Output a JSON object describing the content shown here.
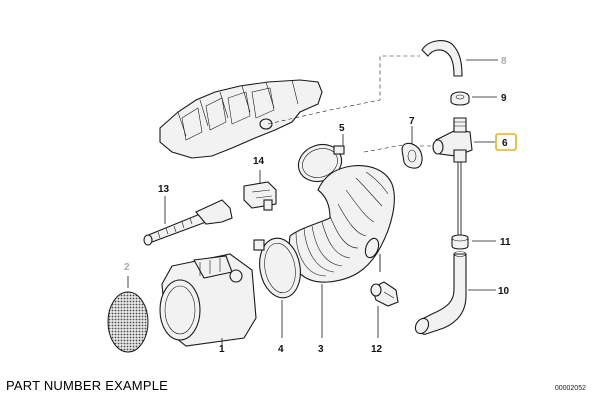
{
  "diagram": {
    "caption": "PART NUMBER EXAMPLE",
    "drawing_code": "00002052",
    "callouts": [
      {
        "id": "1",
        "label": "1",
        "gray": false,
        "highlight": false
      },
      {
        "id": "2",
        "label": "2",
        "gray": true,
        "highlight": false
      },
      {
        "id": "3",
        "label": "3",
        "gray": false,
        "highlight": false
      },
      {
        "id": "4",
        "label": "4",
        "gray": false,
        "highlight": false
      },
      {
        "id": "5",
        "label": "5",
        "gray": false,
        "highlight": false
      },
      {
        "id": "6",
        "label": "6",
        "gray": false,
        "highlight": true
      },
      {
        "id": "7",
        "label": "7",
        "gray": false,
        "highlight": false
      },
      {
        "id": "8",
        "label": "8",
        "gray": true,
        "highlight": false
      },
      {
        "id": "9",
        "label": "9",
        "gray": false,
        "highlight": false
      },
      {
        "id": "10",
        "label": "10",
        "gray": false,
        "highlight": false
      },
      {
        "id": "11",
        "label": "11",
        "gray": false,
        "highlight": false
      },
      {
        "id": "12",
        "label": "12",
        "gray": false,
        "highlight": false
      },
      {
        "id": "13",
        "label": "13",
        "gray": false,
        "highlight": false
      },
      {
        "id": "14",
        "label": "14",
        "gray": false,
        "highlight": false
      }
    ]
  }
}
